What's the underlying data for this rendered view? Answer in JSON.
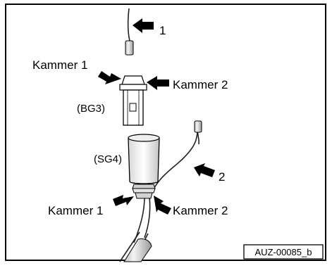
{
  "callouts": {
    "wire_1_number": "1",
    "wire_2_number": "2",
    "connector_top_chamber_1": "Kammer 1",
    "connector_top_chamber_2": "Kammer 2",
    "connector_top_code": "(BG3)",
    "connector_bottom_code": "(SG4)",
    "connector_bottom_chamber_1": "Kammer 1",
    "connector_bottom_chamber_2": "Kammer 2"
  },
  "figure_id": "AUZ-00085_b"
}
